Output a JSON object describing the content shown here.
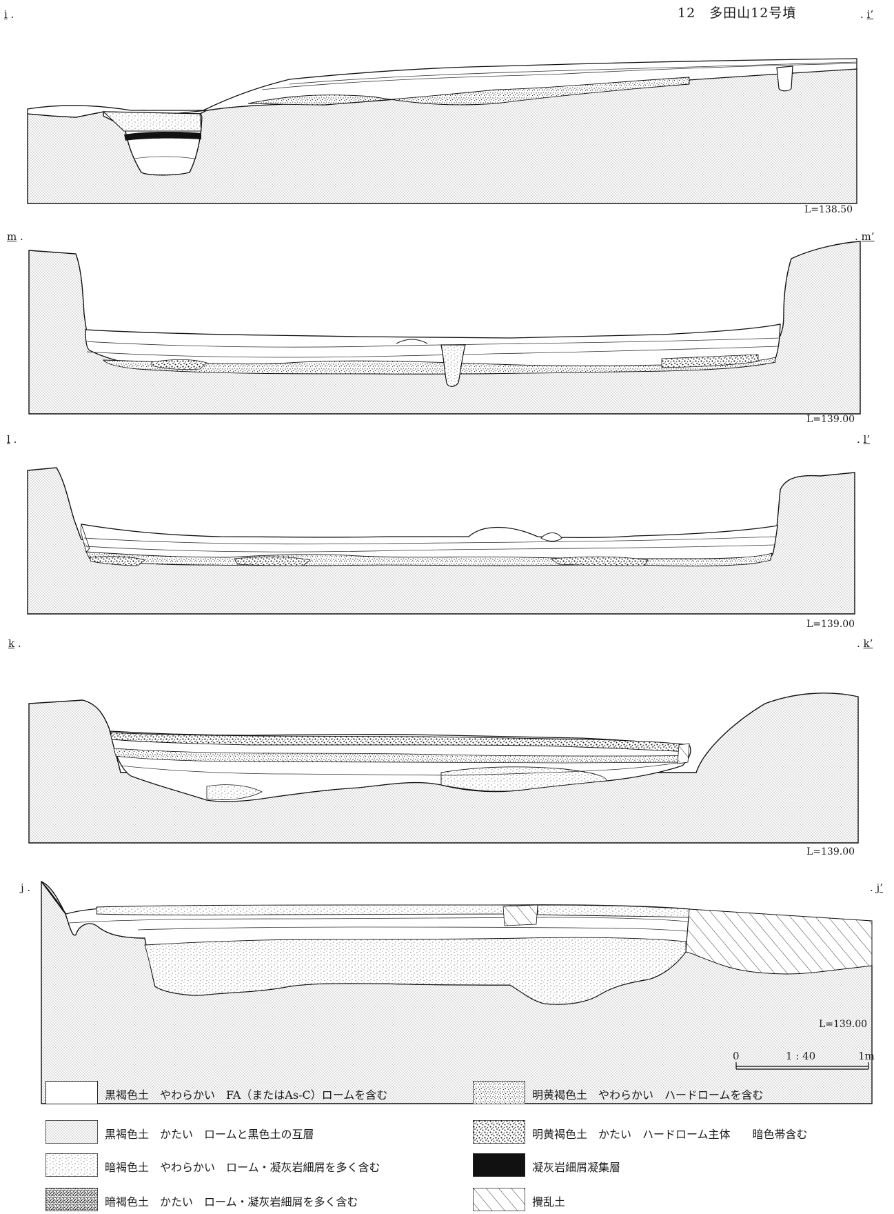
{
  "title": "12　多田山12号墳",
  "sections": [
    {
      "left": "i",
      "right": "i’",
      "level": "L=138.50"
    },
    {
      "left": "m",
      "right": "m’",
      "level": "L=139.00"
    },
    {
      "left": "l",
      "right": "l’",
      "level": "L=139.00"
    },
    {
      "left": "k",
      "right": "k’",
      "level": "L=139.00"
    },
    {
      "left": "j",
      "right": "j’",
      "level": "L=139.00"
    }
  ],
  "scale": {
    "zero": "0",
    "ratio": "1 : 40",
    "end": "1m"
  },
  "legend": [
    {
      "pattern": "blank",
      "text": "黒褐色土　やわらかい　FA（またはAs-C）ロームを含む"
    },
    {
      "pattern": "fine-dot",
      "text": "黒褐色土　かたい　ロームと黒色土の互層"
    },
    {
      "pattern": "light-speckle",
      "text": "暗褐色土　やわらかい　ローム・凝灰岩細屑を多く含む"
    },
    {
      "pattern": "dense-speckle",
      "text": "暗褐色土　かたい　ローム・凝灰岩細屑を多く含む"
    },
    {
      "pattern": "medium-speckle",
      "text": "明黄褐色土　やわらかい　ハードロームを含む"
    },
    {
      "pattern": "coarse-speckle",
      "text": "明黄褐色土　かたい　ハードローム主体　　暗色帯含む"
    },
    {
      "pattern": "solid-black",
      "text": "凝灰岩細屑凝集層"
    },
    {
      "pattern": "hatch",
      "text": "攪乱土"
    }
  ]
}
